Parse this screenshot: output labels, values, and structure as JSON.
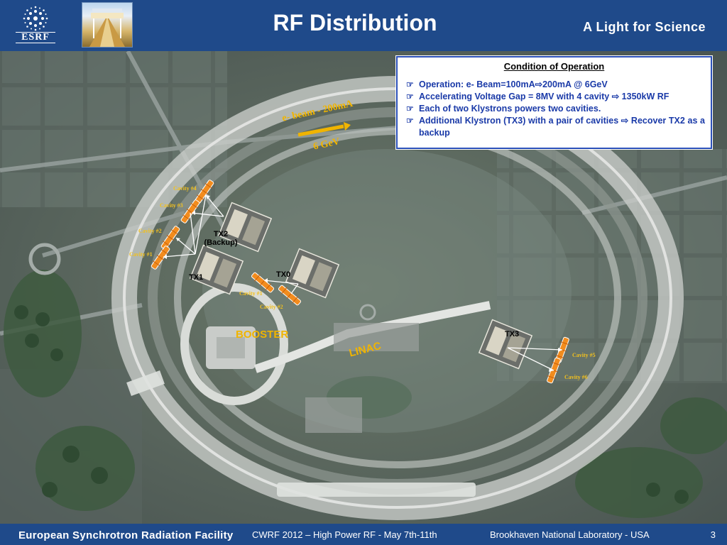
{
  "header": {
    "logo_text": "ESRF",
    "title": "RF Distribution",
    "tagline": "A Light for Science"
  },
  "condition": {
    "title": "Condition of Operation",
    "items": [
      "Operation: e- Beam=100mA⇨200mA @ 6GeV",
      "Accelerating Voltage Gap = 8MV with 4 cavity ⇨ 1350kW RF",
      "Each of two Klystrons powers two cavities.",
      "Additional Klystron (TX3) with a pair of cavities ⇨ Recover TX2 as a backup"
    ]
  },
  "map": {
    "beam_label": "e- beam - 200mA",
    "energy_label": "6 GeV",
    "booster": "BOOSTER",
    "linac": "LINAC",
    "tx0": "TX0",
    "tx1": "TX1",
    "tx2_line1": "TX2",
    "tx2_line2": "(Backup)",
    "tx3": "TX3",
    "cav_tx1_4": "Cavity #4",
    "cav_tx1_3": "Cavity #3",
    "cav_tx1_2": "Cavity #2",
    "cav_tx1_1": "Cavity #1",
    "cav_tx0_1": "Cavity #1",
    "cav_tx0_2": "Cavity #2",
    "cav_tx3_5": "Cavity #5",
    "cav_tx3_6": "Cavity #6"
  },
  "footer": {
    "left": "European Synchrotron Radiation Facility",
    "center": "CWRF 2012 – High Power RF  - May 7th-11th",
    "right": "Brookhaven National Laboratory - USA",
    "page": "3"
  },
  "colors": {
    "header_bg": "#1f4a8a",
    "cavity": "#f28c1e",
    "label_gold": "#f0b400",
    "box_border": "#2a4fb8",
    "box_text": "#1a3aa8"
  }
}
